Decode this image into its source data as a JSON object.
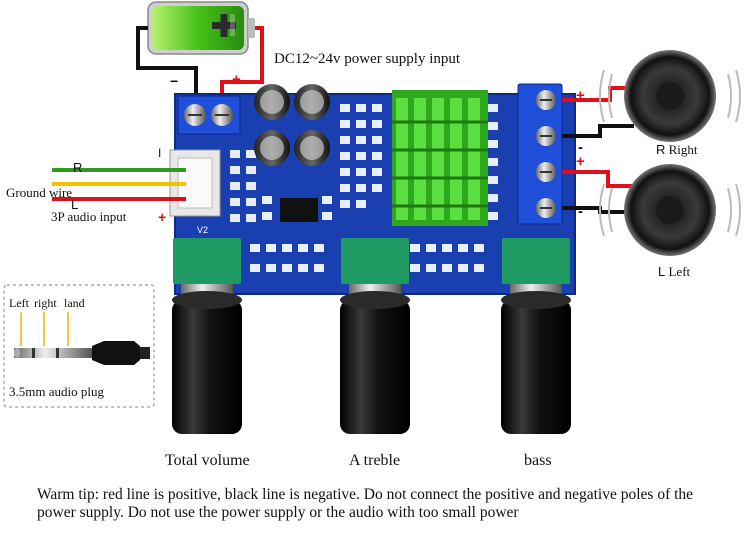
{
  "power": {
    "label": "DC12~24v power supply input",
    "neg_sign": "−",
    "pos_sign": "+"
  },
  "audio_input": {
    "r_label": "R",
    "ground_label": "Ground wire",
    "l_label": "L",
    "input_label": "3P audio input",
    "pos_sign": "+",
    "top_marker": "I"
  },
  "board": {
    "version": "V2"
  },
  "plug": {
    "left_label": "Left",
    "right_label": "right",
    "land_label": "land",
    "caption": "3.5mm audio plug"
  },
  "speakers": {
    "right_letter": "R",
    "right_label": "Right",
    "left_letter": "L",
    "left_label": "Left",
    "pos_sign": "+",
    "neg_sign": "-"
  },
  "knobs": {
    "volume": "Total volume",
    "treble": "A treble",
    "bass": "bass"
  },
  "tip": "Warm tip: red line is positive, black line is negative. Do not connect the positive and negative poles of the power supply. Do not use the power supply or the audio with too small power",
  "colors": {
    "board": "#1a3fb0",
    "terminal": "#1f4fd8",
    "heatsink": "#3ecf2a",
    "pot": "#1f9a63",
    "knob": "#111111",
    "positive_wire": "#e0101a",
    "negative_wire": "#111111",
    "r_wire": "#2e9a1e",
    "ground_wire": "#f2c400",
    "l_wire": "#e0101a"
  }
}
